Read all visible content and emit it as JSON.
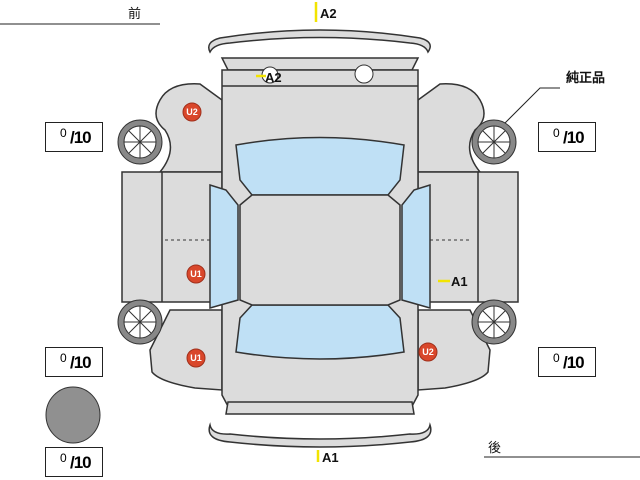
{
  "header": {
    "front_label": "前",
    "rear_label": "後",
    "genuine_label": "純正品"
  },
  "scores": [
    {
      "position": "front-left-tire",
      "value": "0",
      "max": "/10"
    },
    {
      "position": "front-right-tire",
      "value": "0",
      "max": "/10"
    },
    {
      "position": "rear-left-tire",
      "value": "0",
      "max": "/10"
    },
    {
      "position": "rear-right-tire",
      "value": "0",
      "max": "/10"
    },
    {
      "position": "spare-tire",
      "value": "0",
      "max": "/10"
    }
  ],
  "marks": {
    "front_bumper": "A2",
    "hood_front": "A2",
    "right_side": "A1",
    "rear_bumper": "A1",
    "front_left_fender": "U2",
    "left_side": "U1",
    "rear_left_fender": "U1",
    "rear_right_fender": "U2"
  },
  "colors": {
    "body": "#dcdcdc",
    "glass": "#bfe0f5",
    "outline": "#333333",
    "badge": "#d9472b",
    "mark_line": "#f2e400",
    "spare": "#909090"
  }
}
